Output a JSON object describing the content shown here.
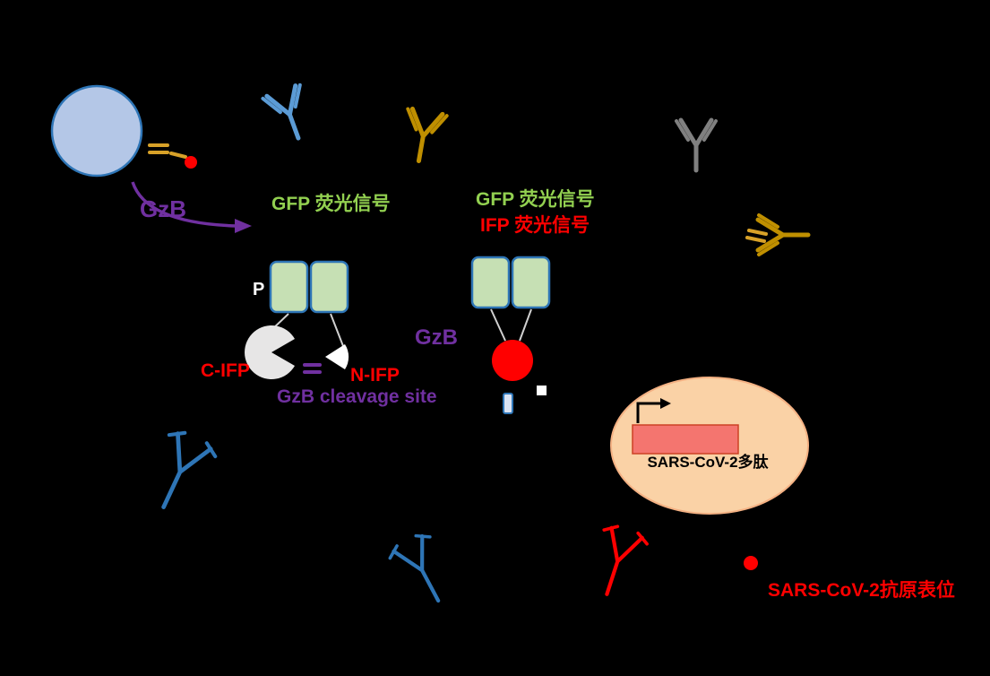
{
  "labels": {
    "gzb_enzyme": "GzB",
    "gfp_signal_left": "GFP 荧光信号",
    "gfp_signal_right": "GFP 荧光信号",
    "ifp_signal": "IFP 荧光信号",
    "p_tag": "P",
    "c_ifp": "C-IFP",
    "n_ifp": "N-IFP",
    "linker_mark": "",
    "gzb_cleavage_site": "GzB cleavage site",
    "gzb_protease": "GzB",
    "sars_cov2_polypeptide": "SARS-CoV-2多肽",
    "sars_cov2_epitope": "SARS-CoV-2抗原表位"
  },
  "colors": {
    "background": "#000000",
    "purple": "#7030A0",
    "green_text": "#92D050",
    "red": "#FF0000",
    "white": "#FFFFFF",
    "black": "#000000",
    "cell_fill": "#B4C7E7",
    "cell_stroke": "#2E75B6",
    "gfp_fill": "#C6E0B4",
    "gfp_stroke": "#2E75B6",
    "antibody_blue": "#5B9BD5",
    "antibody_gold": "#BF8F00",
    "antibody_gray": "#808080",
    "receptor_blue": "#2E75B6",
    "receptor_red": "#FF0000",
    "antigen_gold": "#D7A128",
    "ifp_c_fill": "#E7E6E6",
    "ifp_n_fill": "#FFFFFF",
    "plasmid_fill": "#FAD2A6",
    "plasmid_stroke": "#F4B183",
    "peptide_fill": "#F4756F",
    "peptide_stroke": "#CC4125",
    "connector": "#D0D0D0",
    "fragment_fill": "#DAE3F3"
  },
  "icons": {
    "cell": "effector-cell-circle",
    "antibody": "y-shaped-antibody-icon",
    "tcr": "t-cell-receptor-icon",
    "pacman": "c-ifp-pacman-shape",
    "wedge": "n-ifp-wedge-shape",
    "ifp_assembled": "red-fluorescent-circle",
    "plasmid": "expression-construct-ellipse",
    "promoter": "bent-promoter-arrow",
    "epitope": "red-epitope-dot"
  }
}
